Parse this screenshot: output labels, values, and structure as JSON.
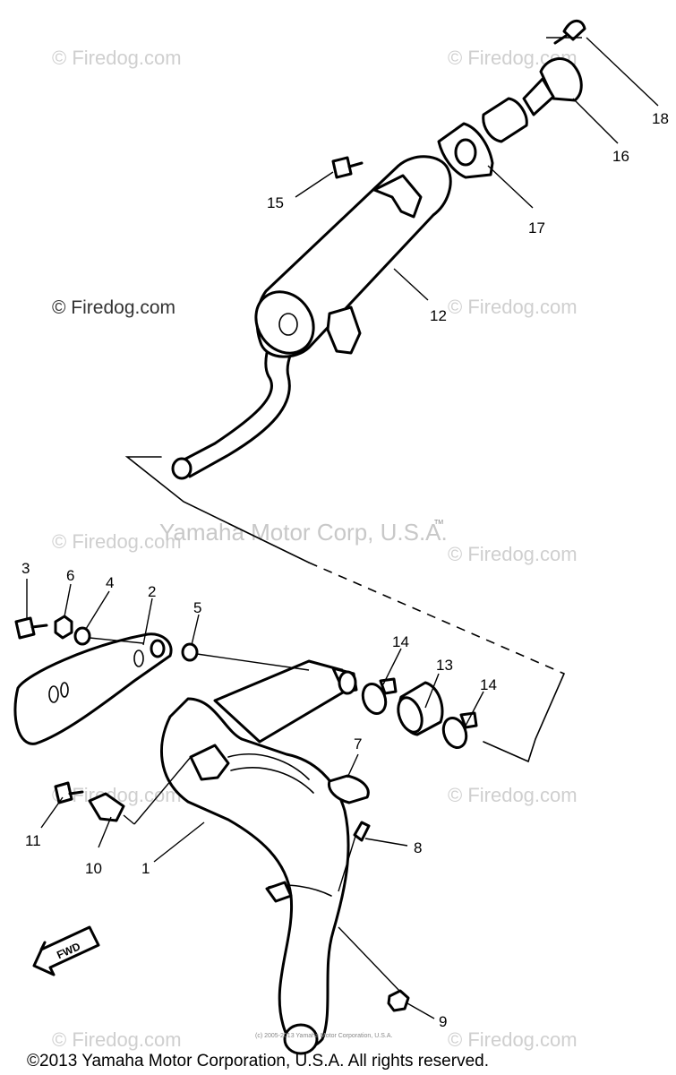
{
  "watermark_text": "© Firedog.com",
  "center_watermark": "Yamaha Motor Corp, U.S.A.",
  "center_tm": "TM",
  "small_copyright": "(c) 2005-2013 Yamaha Motor Corporation, U.S.A.",
  "footer_copyright": "©2013 Yamaha Motor Corporation, U.S.A. All rights reserved.",
  "fwd_label": "FWD",
  "part_labels": {
    "p1": "1",
    "p2": "2",
    "p3": "3",
    "p4": "4",
    "p5": "5",
    "p6": "6",
    "p7": "7",
    "p8": "8",
    "p9": "9",
    "p10": "10",
    "p11": "11",
    "p12": "12",
    "p13": "13",
    "p14a": "14",
    "p14b": "14",
    "p15": "15",
    "p16": "16",
    "p17": "17",
    "p18": "18"
  }
}
